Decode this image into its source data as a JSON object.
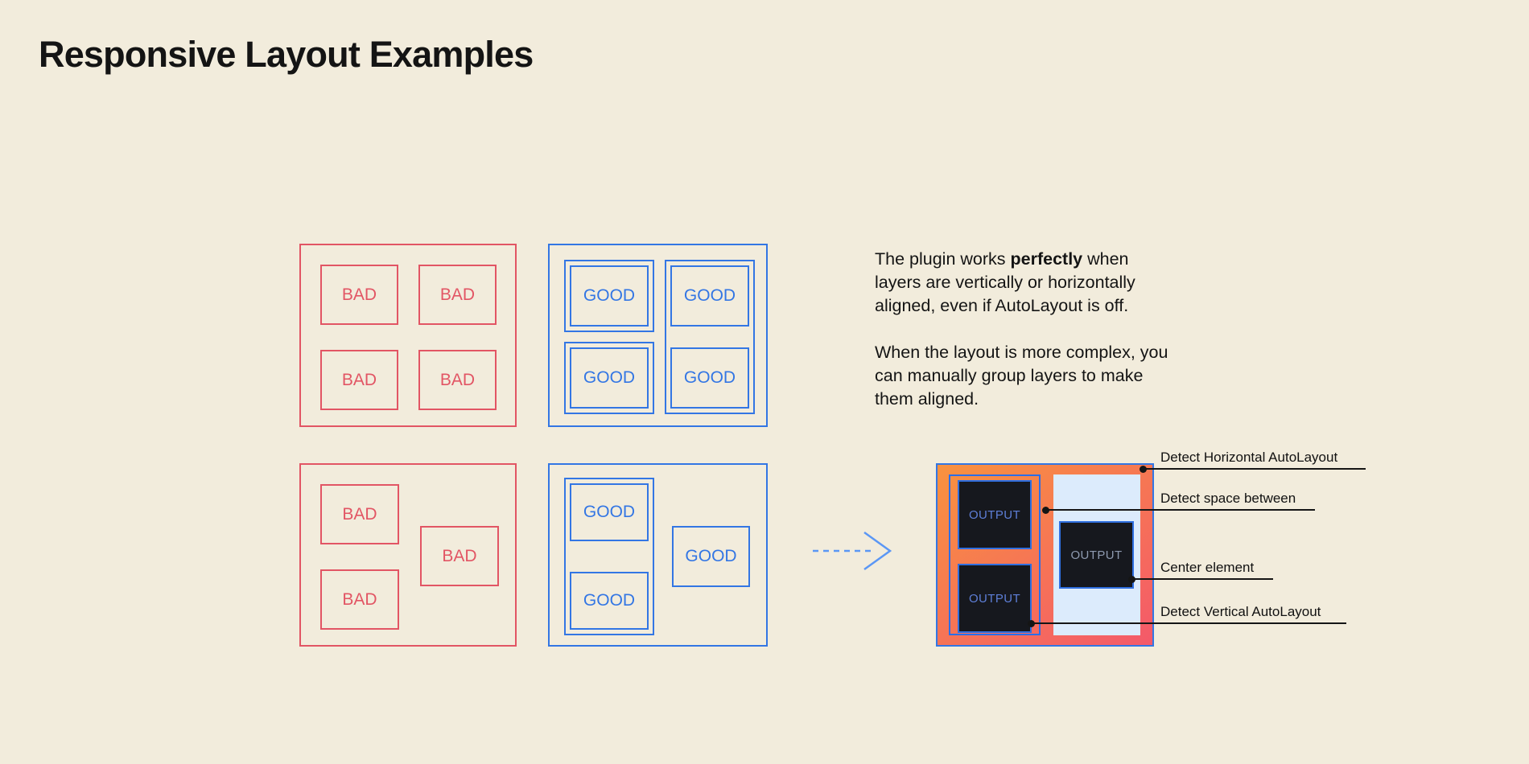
{
  "title": "Responsive Layout Examples",
  "colors": {
    "background": "#f2ecdc",
    "bad_red": "#e25564",
    "good_blue": "#3376e4",
    "arrow_blue": "#5b97f5",
    "result_gradient_start": "#f8923f",
    "result_gradient_end": "#f4596a",
    "output_background": "#16181e",
    "output_text_blue": "#5e7fd8",
    "column_fill_light_blue": "#dcebfc",
    "annotation_black": "#151515"
  },
  "frames": {
    "bad_grid": {
      "labels": [
        "BAD",
        "BAD",
        "BAD",
        "BAD"
      ]
    },
    "good_grid": {
      "labels": [
        "GOOD",
        "GOOD",
        "GOOD",
        "GOOD"
      ]
    },
    "bad_scattered": {
      "labels": [
        "BAD",
        "BAD",
        "BAD"
      ]
    },
    "good_grouped": {
      "labels": [
        "GOOD",
        "GOOD",
        "GOOD"
      ]
    }
  },
  "description": {
    "p1_before": "The plugin works ",
    "p1_bold": "perfectly",
    "p1_after": " when",
    "p1_line2": "layers are vertically or horizontally",
    "p1_line3": "aligned, even if AutoLayout is off.",
    "p2_line1": "When the layout is more complex, you",
    "p2_line2": "can manually group layers to make",
    "p2_line3": "them aligned."
  },
  "result": {
    "outputs": [
      "OUTPUT",
      "OUTPUT",
      "OUTPUT"
    ]
  },
  "annotations": [
    {
      "label": "Detect Horizontal AutoLayout"
    },
    {
      "label": "Detect space between"
    },
    {
      "label": "Center element"
    },
    {
      "label": "Detect Vertical AutoLayout"
    }
  ]
}
